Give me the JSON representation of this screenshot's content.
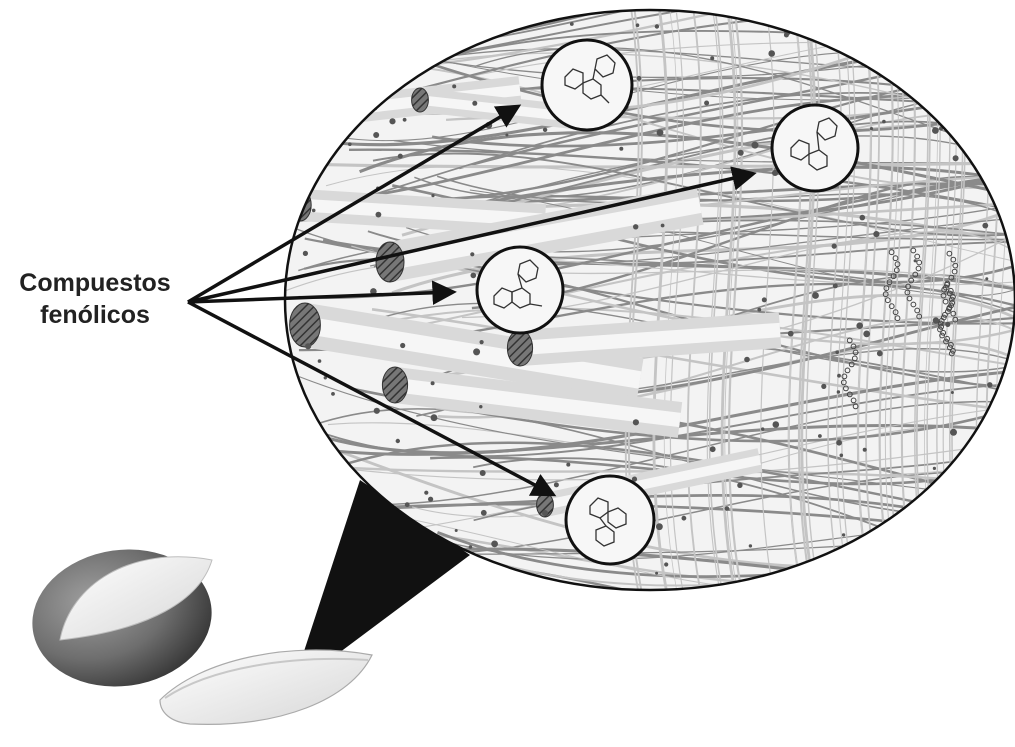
{
  "label": {
    "line1": "Compuestos",
    "line2": "fenólicos"
  },
  "colors": {
    "outline": "#111111",
    "fiber": "#8a8a8a",
    "fiber_light": "#c4c4c4",
    "microfibril": "#e6e6e6",
    "hatch": "#555555",
    "text": "#222222",
    "mango_skin": "#7d7d7d",
    "mango_flesh": "#f2f2f2"
  },
  "icons": {
    "fruit": "mango-icon",
    "zoom_bubble": "magnifier-bubble",
    "molecule": "phenolic-molecule-icon"
  }
}
